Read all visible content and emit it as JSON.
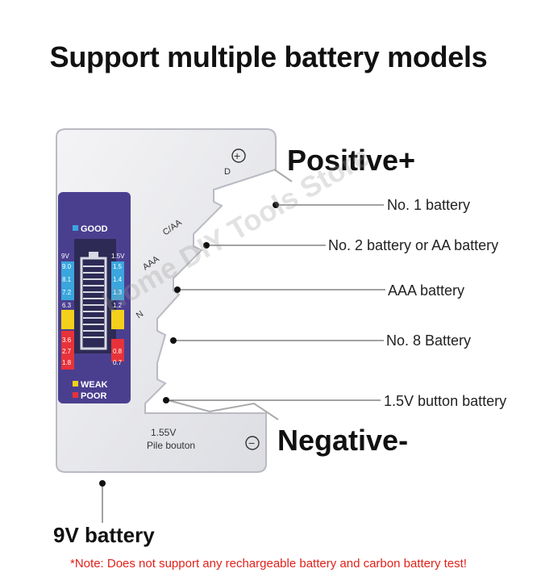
{
  "title": "Support multiple battery models",
  "positive_label": "Positive+",
  "negative_label": "Negative-",
  "callouts": {
    "no1": "No. 1 battery",
    "no2": "No. 2 battery or AA battery",
    "aaa": "AAA battery",
    "no8": "No. 8 Battery",
    "button": "1.5V button battery",
    "nine_v": "9V battery"
  },
  "device": {
    "slot_d": "D",
    "slot_caa": "C/AA",
    "slot_aaa": "AAA",
    "slot_n": "N",
    "button_voltage": "1.55V",
    "button_text": "Pile bouton",
    "plus_symbol": "+",
    "minus_symbol": "−",
    "display": {
      "good": "GOOD",
      "weak": "WEAK",
      "poor": "POOR",
      "header_left": "9V",
      "header_right": "1.5V",
      "left_values": [
        "9.0",
        "8.1",
        "7.2",
        "6.3",
        "",
        "",
        "3.6",
        "2.7",
        "1.8"
      ],
      "right_values": [
        "1.5",
        "1.4",
        "1.3",
        "1.2",
        "",
        "",
        "0.8",
        "0.7"
      ]
    }
  },
  "note": "*Note: Does not support any rechargeable battery and carbon battery test!",
  "watermark": "Home DIY Tools Store",
  "colors": {
    "good": "#3aa6dd",
    "weak": "#f3d11a",
    "poor": "#e8323a",
    "panel": "#4a3f8f",
    "note": "#e0221c"
  }
}
